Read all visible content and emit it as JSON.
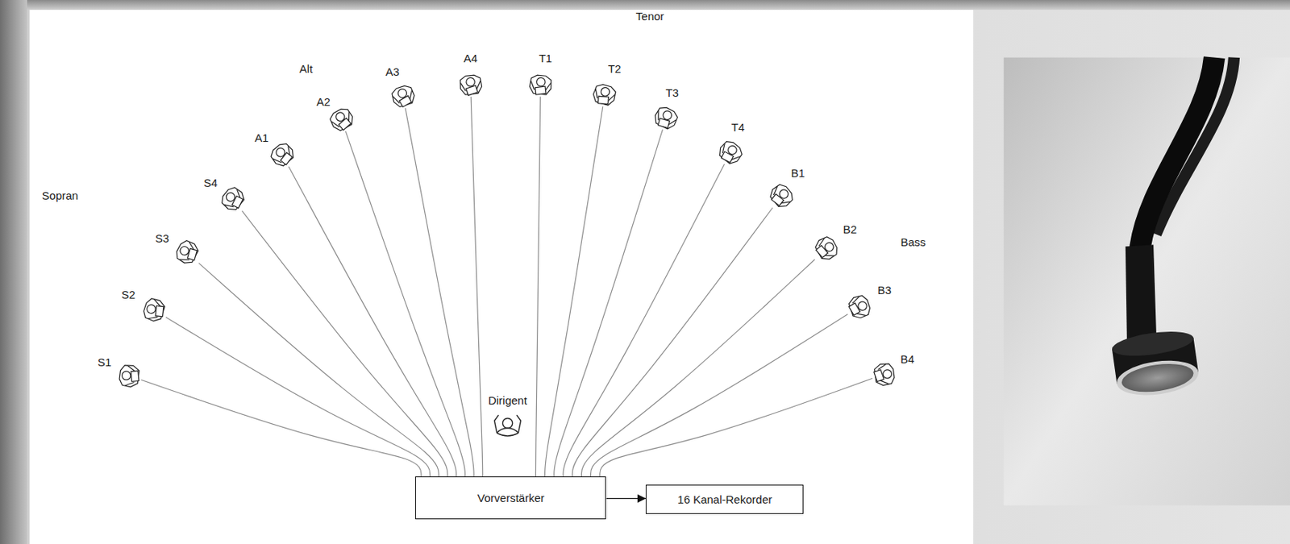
{
  "diagram": {
    "nodes": [
      {
        "text": [
          "S1"
        ]
      },
      {
        "text": [
          "S2"
        ]
      },
      {
        "text": [
          "S3"
        ]
      },
      {
        "text": [
          "S4"
        ]
      },
      {
        "text": [
          "A1"
        ]
      },
      {
        "text": [
          "A2"
        ]
      },
      {
        "text": [
          "A3"
        ]
      },
      {
        "text": [
          "A4"
        ]
      },
      {
        "text": [
          "T1"
        ]
      },
      {
        "text": [
          "T2"
        ]
      },
      {
        "text": [
          "T3"
        ]
      },
      {
        "text": [
          "T4"
        ]
      },
      {
        "text": [
          "B1"
        ]
      },
      {
        "text": [
          "B2"
        ]
      },
      {
        "text": [
          "B3"
        ]
      },
      {
        "text": [
          "B4"
        ]
      },
      {
        "text": [
          "Vorverstärker"
        ]
      },
      {
        "text": [
          "16 Kanal-Rekorder"
        ]
      }
    ],
    "edges": [
      {
        "from": 0,
        "to": 16,
        "arrow": "none"
      },
      {
        "from": 1,
        "to": 16,
        "arrow": "none"
      },
      {
        "from": 2,
        "to": 16,
        "arrow": "none"
      },
      {
        "from": 3,
        "to": 16,
        "arrow": "none"
      },
      {
        "from": 4,
        "to": 16,
        "arrow": "none"
      },
      {
        "from": 5,
        "to": 16,
        "arrow": "none"
      },
      {
        "from": 6,
        "to": 16,
        "arrow": "none"
      },
      {
        "from": 7,
        "to": 16,
        "arrow": "none"
      },
      {
        "from": 8,
        "to": 16,
        "arrow": "none"
      },
      {
        "from": 9,
        "to": 16,
        "arrow": "none"
      },
      {
        "from": 10,
        "to": 16,
        "arrow": "none"
      },
      {
        "from": 11,
        "to": 16,
        "arrow": "none"
      },
      {
        "from": 12,
        "to": 16,
        "arrow": "none"
      },
      {
        "from": 13,
        "to": 16,
        "arrow": "none"
      },
      {
        "from": 14,
        "to": 16,
        "arrow": "none"
      },
      {
        "from": 15,
        "to": 16,
        "arrow": "none"
      },
      {
        "from": 16,
        "to": 17,
        "arrow": "to"
      }
    ],
    "labels": [
      "Sopran",
      "Alt",
      "Tenor",
      "Bass",
      "Dirigent"
    ]
  }
}
